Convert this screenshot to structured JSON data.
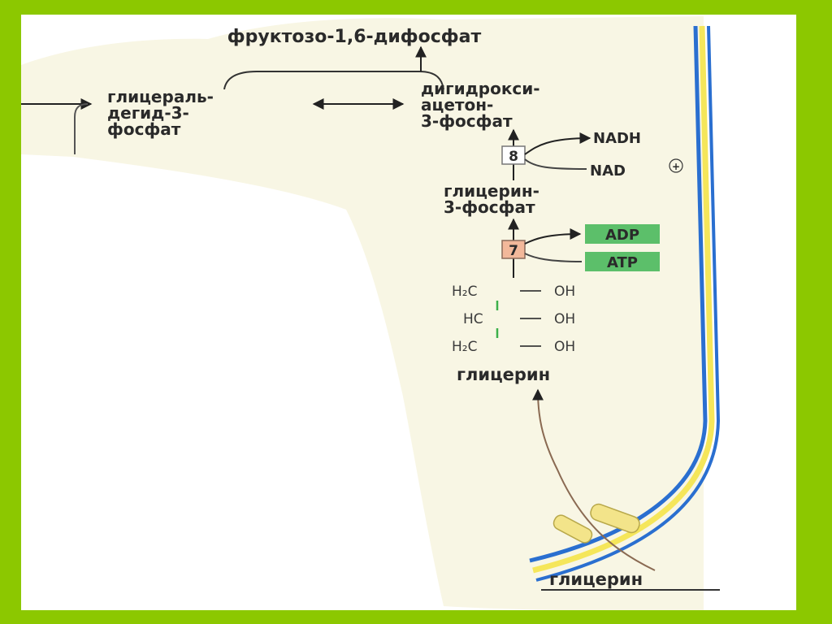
{
  "labels": {
    "fructose": "фруктозо-1,6-дифосфат",
    "glyceraldehyde_line1": "глицераль-",
    "glyceraldehyde_line2": "дегид-3-",
    "glyceraldehyde_line3": "фосфат",
    "dhap_line1": "дигидрокси-",
    "dhap_line2": "ацетон-",
    "dhap_line3": "3-фосфат",
    "nadh": "NADH",
    "nad": "NAD",
    "nad_charge": "+",
    "enzyme_8": "8",
    "glycerol3p_line1": "глицерин-",
    "glycerol3p_line2": "3-фосфат",
    "enzyme_7": "7",
    "adp": "ADP",
    "atp": "ATP",
    "glycerol_row1_left": "H₂C",
    "glycerol_row2_left": "HC",
    "glycerol_row3_left": "H₂C",
    "glycerol_oh": "OH",
    "glycerol": "глицерин",
    "glycerol_outside": "глицерин"
  },
  "colors": {
    "frame_green": "#8cc800",
    "cytoplasm_fill": "#f8f6e4",
    "membrane_blue": "#2a6fd0",
    "membrane_yellow": "#f5e65a",
    "cofactor_box": "#5cbf6a",
    "enzyme7_box": "#f2b89a"
  }
}
